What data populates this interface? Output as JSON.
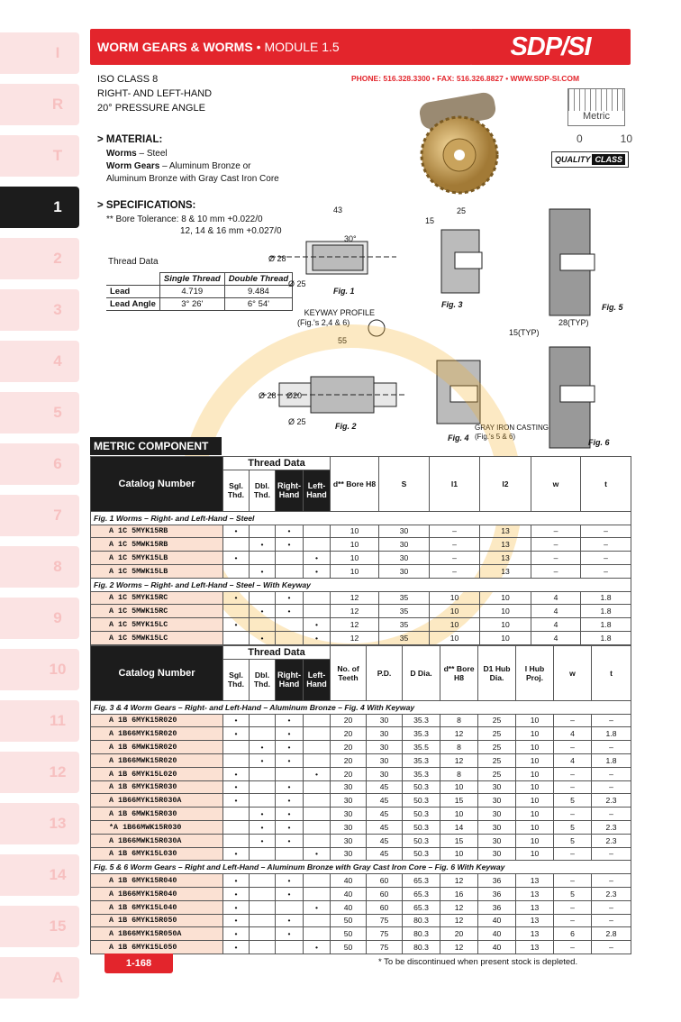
{
  "side_tabs": [
    "I",
    "R",
    "T",
    "1",
    "2",
    "3",
    "4",
    "5",
    "6",
    "7",
    "8",
    "9",
    "10",
    "11",
    "12",
    "13",
    "14",
    "15",
    "A"
  ],
  "active_tab": "1",
  "header": {
    "title": "WORM GEARS & WORMS",
    "module": "• MODULE 1.5",
    "logo": "SDP/SI"
  },
  "phone_line": "PHONE: 516.328.3300 • FAX: 516.326.8827 • WWW.SDP-SI.COM",
  "specs_top": [
    "ISO CLASS 8",
    "RIGHT- AND LEFT-HAND",
    "20° PRESSURE ANGLE"
  ],
  "metric_badge": {
    "label": "Metric",
    "min": "0",
    "max": "10",
    "quality": "QUALITY",
    "class": "CLASS"
  },
  "material": {
    "title": "MATERIAL:",
    "worms": "Worms",
    "worms_val": " – Steel",
    "gears": "Worm Gears",
    "gears_val": " – Aluminum Bronze or",
    "gears_val2": "Aluminum Bronze with Gray Cast Iron Core"
  },
  "specifications": {
    "title": "SPECIFICATIONS:",
    "line1": "** Bore Tolerance:  8 & 10 mm  +0.022/0",
    "line2": "12, 14 & 16 mm  +0.027/0"
  },
  "thread_data": {
    "title": "Thread Data",
    "col1": "Single Thread",
    "col2": "Double Thread",
    "rows": [
      [
        "Lead",
        "4.719",
        "9.484"
      ],
      [
        "Lead Angle",
        "3° 26'",
        "6° 54'"
      ]
    ]
  },
  "figures": {
    "fig1": "Fig. 1",
    "fig2": "Fig. 2",
    "fig3": "Fig. 3",
    "fig4": "Fig. 4",
    "fig5": "Fig. 5",
    "fig6": "Fig. 6",
    "keyway": "KEYWAY PROFILE",
    "keyway_sub": "(Fig.'s 2,4 & 6)",
    "gray_iron": "GRAY IRON CASTING",
    "gray_iron_sub": "(Fig.'s 5 & 6)",
    "d43": "43",
    "d55": "55",
    "d28": "Ø 28",
    "d20": "Ø20",
    "d25": "Ø 25",
    "ang30": "30°",
    "d15": "15",
    "d25b": "25",
    "d28typ": "28(TYP)",
    "d15typ": "15(TYP)"
  },
  "section_title": "METRIC COMPONENT",
  "table1": {
    "headers": [
      "Catalog Number",
      "Thread Data",
      "Sgl. Thd.",
      "Dbl. Thd.",
      "Right-Hand",
      "Left-Hand",
      "d** Bore H8",
      "S",
      "l1",
      "l2",
      "w",
      "t"
    ],
    "sections": [
      {
        "title": "Fig. 1 Worms – Right- and Left-Hand – Steel",
        "rows": [
          [
            "A 1C 5MYK15RB",
            "•",
            "",
            "•",
            "",
            "10",
            "30",
            "–",
            "13",
            "–",
            "–"
          ],
          [
            "A 1C 5MWK15RB",
            "",
            "•",
            "•",
            "",
            "10",
            "30",
            "–",
            "13",
            "–",
            "–"
          ],
          [
            "A 1C 5MYK15LB",
            "•",
            "",
            "",
            "•",
            "10",
            "30",
            "–",
            "13",
            "–",
            "–"
          ],
          [
            "A 1C 5MWK15LB",
            "",
            "•",
            "",
            "•",
            "10",
            "30",
            "–",
            "13",
            "–",
            "–"
          ]
        ]
      },
      {
        "title": "Fig. 2 Worms – Right- and Left-Hand – Steel – With Keyway",
        "rows": [
          [
            "A 1C 5MYK15RC",
            "•",
            "",
            "•",
            "",
            "12",
            "35",
            "10",
            "10",
            "4",
            "1.8"
          ],
          [
            "A 1C 5MWK15RC",
            "",
            "•",
            "•",
            "",
            "12",
            "35",
            "10",
            "10",
            "4",
            "1.8"
          ],
          [
            "A 1C 5MYK15LC",
            "•",
            "",
            "",
            "•",
            "12",
            "35",
            "10",
            "10",
            "4",
            "1.8"
          ],
          [
            "A 1C 5MWK15LC",
            "",
            "•",
            "",
            "•",
            "12",
            "35",
            "10",
            "10",
            "4",
            "1.8"
          ]
        ]
      }
    ]
  },
  "table2": {
    "headers": [
      "Catalog Number",
      "Thread Data",
      "Sgl. Thd.",
      "Dbl. Thd.",
      "Right-Hand",
      "Left-Hand",
      "No. of Teeth",
      "P.D.",
      "D Dia.",
      "d** Bore H8",
      "D1 Hub Dia.",
      "l Hub Proj.",
      "w",
      "t"
    ],
    "sections": [
      {
        "title": "Fig. 3 & 4 Worm Gears – Right- and Left-Hand – Aluminum Bronze – Fig. 4 With Keyway",
        "rows": [
          [
            "A 1B 6MYK15R020",
            "•",
            "",
            "•",
            "",
            "20",
            "30",
            "35.3",
            "8",
            "25",
            "10",
            "–",
            "–"
          ],
          [
            "A 1B66MYK15R020",
            "•",
            "",
            "•",
            "",
            "20",
            "30",
            "35.3",
            "12",
            "25",
            "10",
            "4",
            "1.8"
          ],
          [
            "A 1B 6MWK15R020",
            "",
            "•",
            "•",
            "",
            "20",
            "30",
            "35.5",
            "8",
            "25",
            "10",
            "–",
            "–"
          ],
          [
            "A 1B66MWK15R020",
            "",
            "•",
            "•",
            "",
            "20",
            "30",
            "35.3",
            "12",
            "25",
            "10",
            "4",
            "1.8"
          ],
          [
            "A 1B 6MYK15L020",
            "•",
            "",
            "",
            "•",
            "20",
            "30",
            "35.3",
            "8",
            "25",
            "10",
            "–",
            "–"
          ],
          [
            "A 1B 6MYK15R030",
            "•",
            "",
            "•",
            "",
            "30",
            "45",
            "50.3",
            "10",
            "30",
            "10",
            "–",
            "–"
          ],
          [
            "A 1B66MYK15R030A",
            "•",
            "",
            "•",
            "",
            "30",
            "45",
            "50.3",
            "15",
            "30",
            "10",
            "5",
            "2.3"
          ],
          [
            "A 1B 6MWK15R030",
            "",
            "•",
            "•",
            "",
            "30",
            "45",
            "50.3",
            "10",
            "30",
            "10",
            "–",
            "–"
          ],
          [
            "*A 1B66MWK15R030",
            "",
            "•",
            "•",
            "",
            "30",
            "45",
            "50.3",
            "14",
            "30",
            "10",
            "5",
            "2.3"
          ],
          [
            "A 1B66MWK15R030A",
            "",
            "•",
            "•",
            "",
            "30",
            "45",
            "50.3",
            "15",
            "30",
            "10",
            "5",
            "2.3"
          ],
          [
            "A 1B 6MYK15L030",
            "•",
            "",
            "",
            "•",
            "30",
            "45",
            "50.3",
            "10",
            "30",
            "10",
            "–",
            "–"
          ]
        ]
      },
      {
        "title": "Fig. 5 & 6 Worm Gears – Right and Left-Hand – Aluminum Bronze with Gray Cast Iron Core – Fig. 6 With Keyway",
        "rows": [
          [
            "A 1B 6MYK15R040",
            "•",
            "",
            "•",
            "",
            "40",
            "60",
            "65.3",
            "12",
            "36",
            "13",
            "–",
            "–"
          ],
          [
            "A 1B66MYK15R040",
            "•",
            "",
            "•",
            "",
            "40",
            "60",
            "65.3",
            "16",
            "36",
            "13",
            "5",
            "2.3"
          ],
          [
            "A 1B 6MYK15L040",
            "•",
            "",
            "",
            "•",
            "40",
            "60",
            "65.3",
            "12",
            "36",
            "13",
            "–",
            "–"
          ],
          [
            "A 1B 6MYK15R050",
            "•",
            "",
            "•",
            "",
            "50",
            "75",
            "80.3",
            "12",
            "40",
            "13",
            "–",
            "–"
          ],
          [
            "A 1B66MYK15R050A",
            "•",
            "",
            "•",
            "",
            "50",
            "75",
            "80.3",
            "20",
            "40",
            "13",
            "6",
            "2.8"
          ],
          [
            "A 1B 6MYK15L050",
            "•",
            "",
            "",
            "•",
            "50",
            "75",
            "80.3",
            "12",
            "40",
            "13",
            "–",
            "–"
          ]
        ]
      }
    ]
  },
  "footnote": "* To be discontinued when present stock is depleted.",
  "page_number": "1-168"
}
